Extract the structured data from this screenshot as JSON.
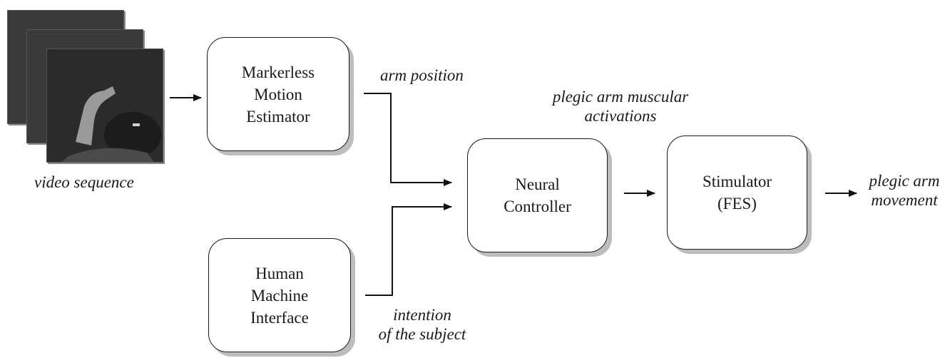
{
  "blocks": {
    "motion_estimator": "Markerless\nMotion\nEstimator",
    "hmi": "Human\nMachine\nInterface",
    "neural_controller": "Neural\nController",
    "stimulator": "Stimulator\n(FES)"
  },
  "labels": {
    "video_sequence": "video sequence",
    "arm_position": "arm position",
    "intention": "intention\nof the subject",
    "muscular_activations": "plegic arm muscular\nactivations",
    "output": "plegic arm\nmovement"
  }
}
